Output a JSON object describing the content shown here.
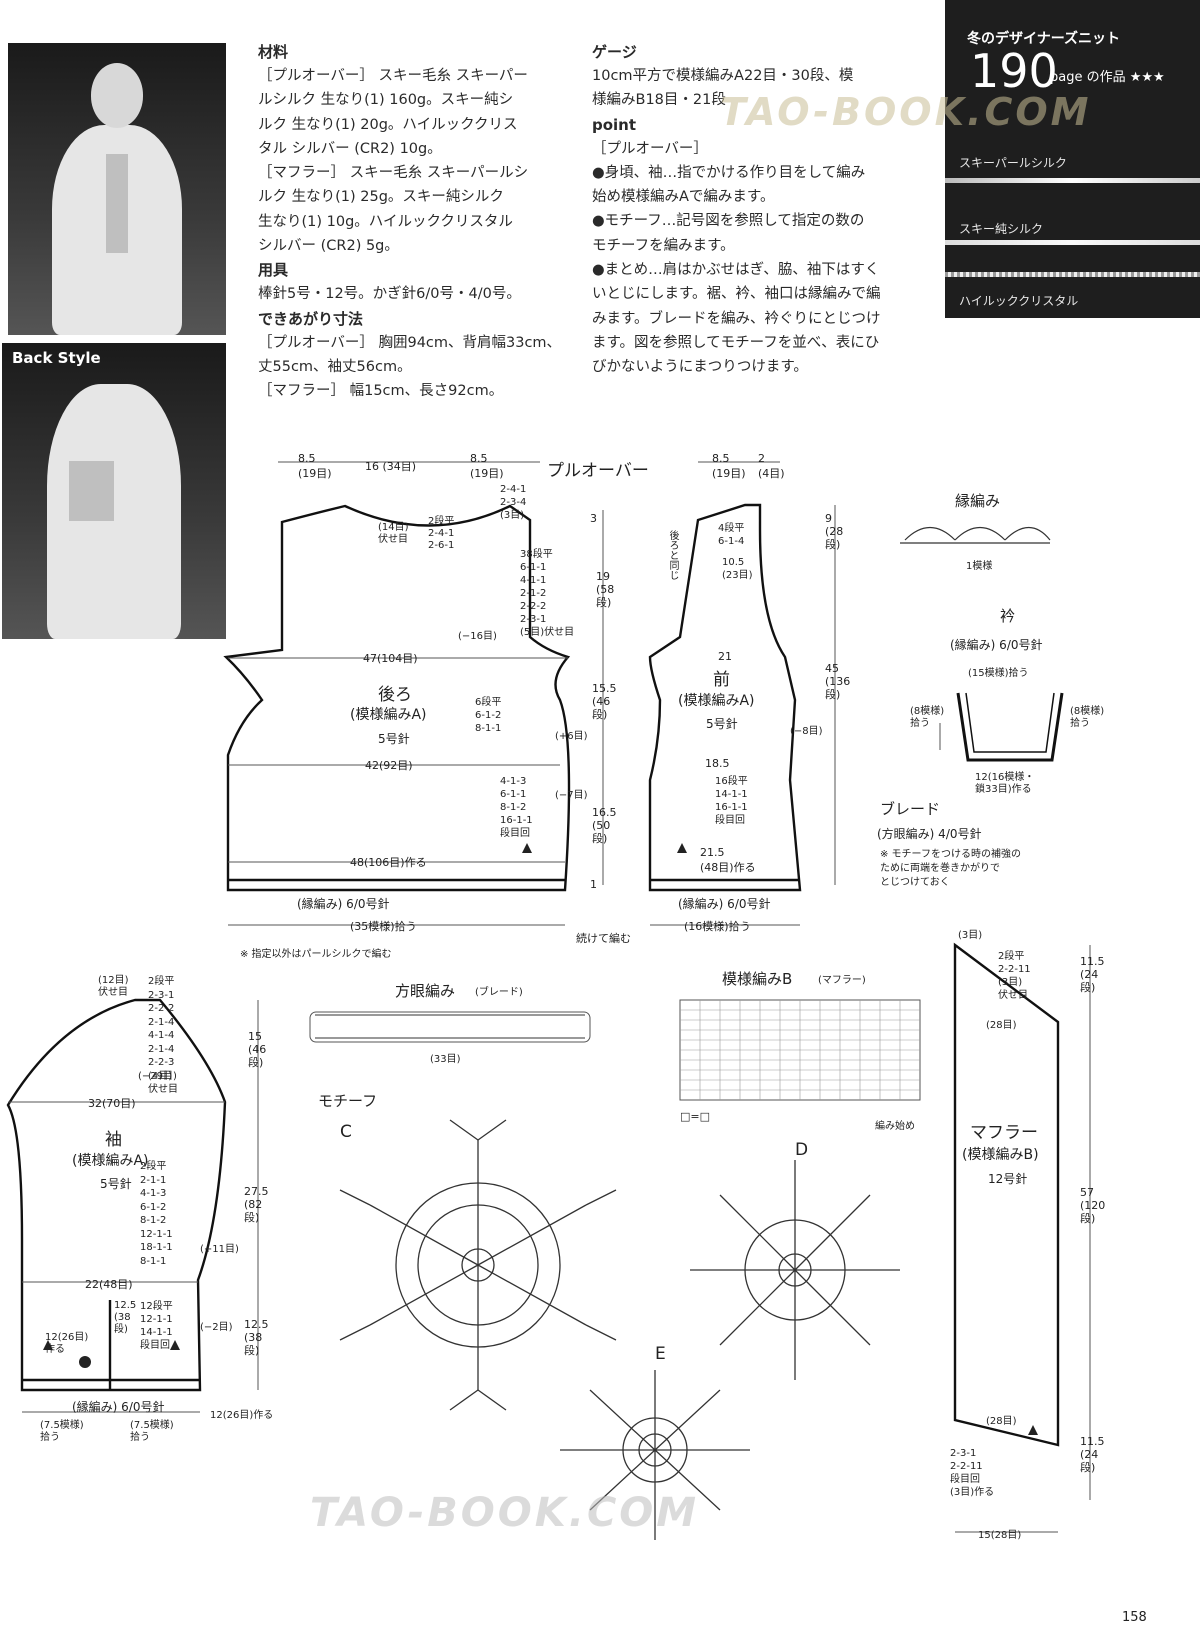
{
  "materials": {
    "heading": "材料",
    "lines": [
      "［プルオーバー］ スキー毛糸 スキーパー",
      "ルシルク 生なり(1) 160g。スキー純シ",
      "ルク 生なり(1) 20g。ハイルッククリス",
      "タル シルバー (CR2) 10g。",
      "［マフラー］ スキー毛糸 スキーパールシ",
      "ルク 生なり(1) 25g。スキー純シルク",
      "生なり(1) 10g。ハイルッククリスタル",
      "シルバー (CR2) 5g。"
    ],
    "tools_heading": "用具",
    "tools_lines": [
      "棒針5号・12号。かぎ針6/0号・4/0号。"
    ],
    "size_heading": "できあがり寸法",
    "size_lines": [
      "［プルオーバー］ 胸囲94cm、背肩幅33cm、",
      "丈55cm、袖丈56cm。",
      "［マフラー］ 幅15cm、長さ92cm。"
    ]
  },
  "gauge": {
    "heading": "ゲージ",
    "lines": [
      "10cm平方で模様編みA22目・30段、模",
      "様編みB18目・21段"
    ],
    "point_heading": "point",
    "point_lines": [
      "［プルオーバー］",
      "●身頃、袖…指でかける作り目をして編み",
      "始め模様編みAで編みます。",
      "●モチーフ…記号図を参照して指定の数の",
      "モチーフを編みます。",
      "●まとめ…肩はかぶせはぎ、脇、袖下はすく",
      "いとじにします。裾、衿、袖口は縁編みで編",
      "みます。ブレードを編み、衿ぐりにとじつけ",
      "ます。図を参照してモチーフを並べ、表にひ",
      "びかないようにまつりつけます。"
    ]
  },
  "series": {
    "subtitle": "冬のデザイナーズニット",
    "number": "190",
    "unit": "page の作品 ★★★",
    "yarns": [
      "スキーパールシルク",
      "スキー純シルク",
      "ハイルッククリスタル"
    ]
  },
  "photo": {
    "back_caption": "Back Style"
  },
  "diagram": {
    "pullover_title": "プルオーバー",
    "back": {
      "name": "後ろ",
      "pattern": "(模様編みA)",
      "needle": "5号針"
    },
    "front": {
      "name": "前",
      "pattern": "(模様編みA)",
      "needle": "5号針"
    },
    "labels": {
      "top_85_19": "8.5\n(19目)",
      "top_16_34": "16 (34目)",
      "top_85b": "8.5\n(19目)",
      "front_top_85": "8.5\n(19目)",
      "front_top_2": "2\n(4目)",
      "back_47": "47(104目)",
      "back_42": "42(92目)",
      "back_48": "48(106目)作る",
      "back_edge": "(縁編み) 6/0号針",
      "back_pick": "(35模様)拾う",
      "front_21": "21",
      "front_185": "18.5",
      "front_215": "21.5\n(48目)作る",
      "front_edge": "(縁編み) 6/0号針",
      "front_pick": "(16模様)拾う",
      "cont": "続けて編む",
      "note_pearl": "※ 指定以外はパールシルクで編む",
      "h_45": "45\n(136\n段)",
      "h_9": "9\n(28\n段)",
      "h_19": "19\n(58\n段)",
      "h_155": "15.5\n(46\n段)",
      "h_165": "16.5\n(50\n段)",
      "h_3": "3",
      "h_1": "1",
      "shoulder_dec": "2-4-1\n2-3-4\n(3目)",
      "neck_back": "(14目)\n伏せ目",
      "neck_side": "2段平\n2-4-1\n2-6-1",
      "arm_dec": "38段平\n6-1-1\n4-1-1\n2-1-2\n2-2-2\n2-3-1\n(5目)伏せ目",
      "waist_dec": "6段平\n6-1-2\n8-1-1",
      "hip_inc": "4-1-3\n6-1-1\n8-1-2\n16-1-1\n段目回",
      "front_inc": "16段平\n14-1-1\n16-1-1\n段目回",
      "front_neck": "4段平\n6-1-4",
      "front_105": "10.5\n(23目)",
      "minus16": "(−16目)",
      "plus6": "(+6目)",
      "minus7": "(−7目)",
      "minus8": "(−8目)",
      "back_same": "後ろと同じ"
    },
    "edge_title": "縁編み",
    "edge_repeat": "1模様",
    "collar_title": "衿",
    "collar_sub": "(縁編み) 6/0号針",
    "collar_15": "(15模様)拾う",
    "collar_8l": "(8模様)\n拾う",
    "collar_8r": "(8模様)\n拾う",
    "collar_12": "12(16模様・\n鎖33目)作る",
    "braid_title": "ブレード",
    "braid_sub": "(方眼編み) 4/0号針",
    "braid_note": "※ モチーフをつける時の補強の\nために両端を巻きかがりで\nとじつけておく",
    "grid_title": "方眼編み",
    "grid_sub": "(ブレード)",
    "grid_33": "(33目)",
    "patB_title": "模様編みB",
    "patB_sub": "(マフラー)",
    "patB_start": "編み始め",
    "patB_key": "□=□",
    "sleeve": {
      "name": "袖",
      "pattern": "(模様編みA)",
      "needle": "5号針"
    },
    "sleeve_labels": {
      "top": "(12目)\n伏せ目",
      "cap": "2段平\n2-3-1\n2-2-2\n2-1-4\n4-1-4\n2-1-4\n2-2-3\n(4目)\n伏せ目",
      "w32": "32(70目)",
      "w22": "22(48目)",
      "minus29": "(−29目)",
      "plus11": "(+11目)",
      "minus2": "(−2目)",
      "inc": "2段平\n2-1-1\n4-1-3\n6-1-2\n8-1-2\n12-1-1\n18-1-1\n8-1-1",
      "cuff": "12段平\n12-1-1\n14-1-1\n段目回",
      "h15": "15\n(46\n段)",
      "h275": "27.5\n(82\n段)",
      "h125": "12.5\n(38\n段)",
      "h125b": "12.5\n(38\n段)",
      "make12": "12(26目)\n作る",
      "make12b": "12(26目)作る",
      "edge": "(縁編み) 6/0号針",
      "pick1": "(7.5模様)\n拾う",
      "pick2": "(7.5模様)\n拾う"
    },
    "motif_title": "モチーフ",
    "motif_C": "C",
    "motif_D": "D",
    "motif_E": "E",
    "scarf": {
      "name": "マフラー",
      "pattern": "(模様編みB)",
      "needle": "12号針"
    },
    "scarf_labels": {
      "top": "(3目)",
      "dec": "2段平\n2-2-11\n(3目)\n伏せ目",
      "w28": "(28目)",
      "w28b": "(28目)",
      "inc": "2-3-1\n2-2-11\n段目回\n(3目)作る",
      "h115": "11.5\n(24\n段)",
      "h57": "57\n(120\n段)",
      "h115b": "11.5\n(24\n段)",
      "w15": "15(28目)"
    }
  },
  "watermark": "TAO-BOOK.COM",
  "page_number": "158"
}
